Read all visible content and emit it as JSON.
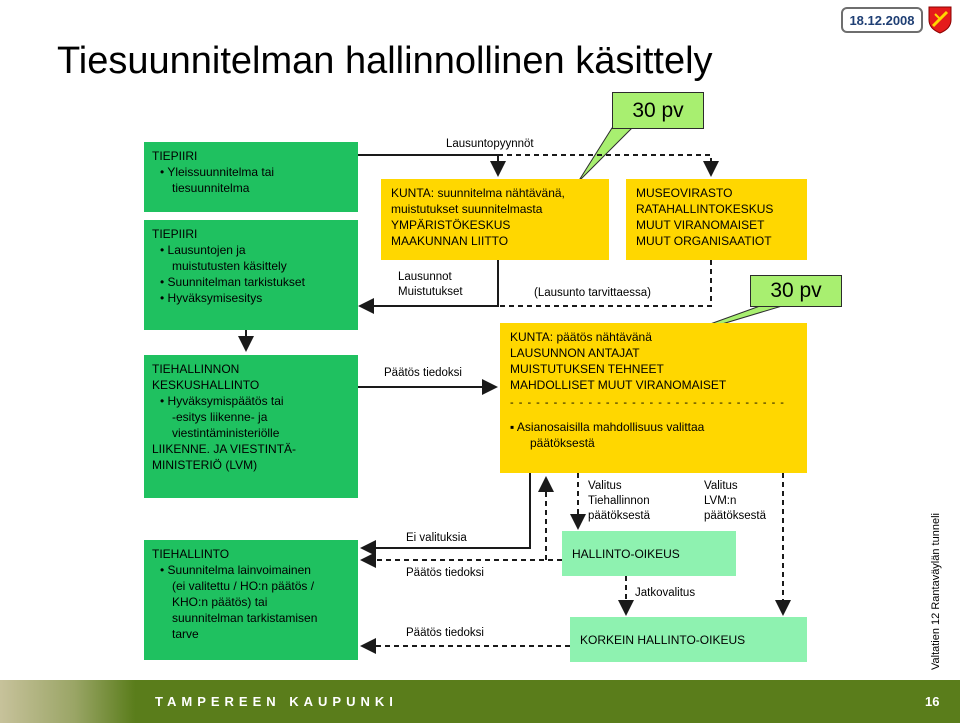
{
  "header": {
    "title": "Tiesuunnitelman hallinnollinen käsittely",
    "date": "18.12.2008"
  },
  "callouts": {
    "first": "30 pv",
    "second": "30 pv"
  },
  "boxes": {
    "tiepiiri1": {
      "title": "TIEPIIRI",
      "lines": [
        "• Yleissuunnitelma tai",
        "tiesuunnitelma"
      ]
    },
    "tiepiiri2": {
      "title": "TIEPIIRI",
      "lines": [
        "• Lausuntojen ja",
        "muistutusten käsittely",
        "• Suunnitelman tarkistukset",
        "• Hyväksymisesitys"
      ]
    },
    "keskushallinto": {
      "lines": [
        "TIEHALLINNON",
        "KESKUSHALLINTO",
        "• Hyväksymispäätös tai",
        "-esitys liikenne- ja",
        "viestintäministeriölle",
        "LIIKENNE. JA VIESTINTÄ-",
        "MINISTERIÖ (LVM)"
      ]
    },
    "tiehallinto": {
      "title": "TIEHALLINTO",
      "lines": [
        "• Suunnitelma lainvoimainen",
        "(ei valitettu / HO:n päätös /",
        "KHO:n päätös) tai",
        "suunnitelman  tarkistamisen",
        "tarve"
      ]
    },
    "kunta1": {
      "lines": [
        "KUNTA: suunnitelma nähtävänä,",
        "muistutukset suunnitelmasta",
        "YMPÄRISTÖKESKUS",
        "MAAKUNNAN LIITTO"
      ]
    },
    "museovirasto": {
      "lines": [
        "MUSEOVIRASTO",
        "RATAHALLINTOKESKUS",
        "MUUT VIRANOMAISET",
        "MUUT ORGANISAATIOT"
      ]
    },
    "kunta2": {
      "lines": [
        "KUNTA: päätös nähtävänä",
        "LAUSUNNON ANTAJAT",
        "MUISTUTUKSEN TEHNEET",
        "MAHDOLLISET MUUT VIRANOMAISET"
      ],
      "separator": "- - - - - - - - - - - - - - - - - - - - - - - - - - - - - - - -",
      "bullet": [
        "▪ Asianosaisilla mahdollisuus valittaa",
        "päätöksestä"
      ]
    },
    "hallinto_oikeus": {
      "label": "HALLINTO-OIKEUS"
    },
    "korkein": {
      "label": "KORKEIN HALLINTO-OIKEUS"
    }
  },
  "edge_labels": {
    "lausuntopyynnot": "Lausuntopyynnöt",
    "lausunnot": [
      "Lausunnot",
      "Muistutukset"
    ],
    "lausunto_tarvittaessa": "(Lausunto tarvittaessa)",
    "paatos_tiedoksi_1": "Päätös tiedoksi",
    "valitus_tiehallinnon": [
      "Valitus",
      "Tiehallinnon",
      "päätöksestä"
    ],
    "valitus_lvm": [
      "Valitus",
      "LVM:n",
      "päätöksestä"
    ],
    "ei_valituksia": "Ei valituksia",
    "paatos_tiedoksi_2": "Päätös tiedoksi",
    "jatkovalitus": "Jatkovalitus",
    "paatos_tiedoksi_3": "Päätös tiedoksi"
  },
  "sidebar": "Valtatien 12 Rantaväylän tunneli",
  "footer": {
    "org": "TAMPEREEN KAUPUNKI",
    "page": "16"
  },
  "colors": {
    "green": "#1fc160",
    "yellow": "#ffd700",
    "light_green": "#8ef2b0",
    "callout": "#a8ef70",
    "footer": "#5a7d1b"
  }
}
